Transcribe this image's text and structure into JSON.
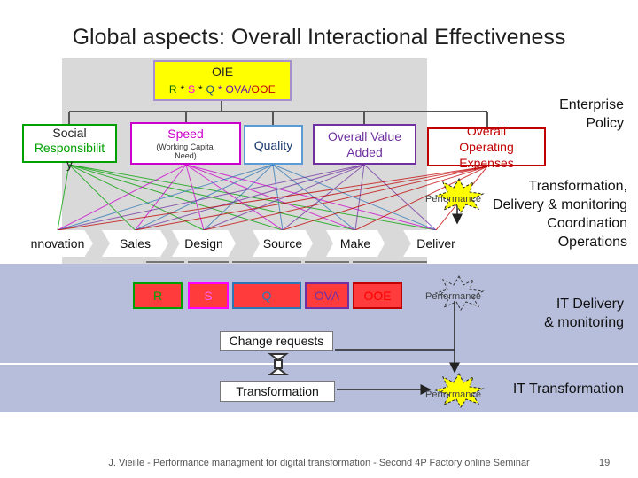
{
  "title": "Global aspects: Overall Interactional Effectiveness",
  "oie": {
    "label": "OIE",
    "formula": [
      {
        "text": "R",
        "color": "#006400"
      },
      {
        "text": " * ",
        "color": "#111111"
      },
      {
        "text": "S",
        "color": "#ff00ff"
      },
      {
        "text": " * ",
        "color": "#111111"
      },
      {
        "text": "Q",
        "color": "#1f4e79"
      },
      {
        "text": " * OVA/",
        "color": "#6a0dad"
      },
      {
        "text": "OOE",
        "color": "#c00000"
      }
    ]
  },
  "factors": {
    "social": {
      "line1": "Social",
      "line2": "Responsibilit",
      "line3": "y",
      "color": "#00a000"
    },
    "speed": {
      "label": "Speed",
      "sub1": "(Working Capital",
      "sub2": "Need)",
      "color": "#cc00cc"
    },
    "quality": {
      "label": "Quality",
      "color": "#5b9bd5"
    },
    "ova": {
      "line1": "Overall Value",
      "line2": "Added",
      "color": "#7030a0"
    },
    "ooe": {
      "line1": "Overall",
      "line2": "Operating",
      "line3": "Expenses",
      "color": "#c00000"
    }
  },
  "process_chain": [
    "nnovation",
    "Sales",
    "Design",
    "Source",
    "Make",
    "Deliver"
  ],
  "kpis": [
    {
      "label": "R",
      "color": "#00a000"
    },
    {
      "label": "S",
      "color": "#ff66ff"
    },
    {
      "label": "Q",
      "color": "#2e75b6"
    },
    {
      "label": "OVA",
      "color": "#7030a0"
    },
    {
      "label": "OOE",
      "color": "#ff0000"
    }
  ],
  "performance_label": "Performance",
  "right_labels": {
    "enterprise_policy": [
      "Enterprise",
      "Policy"
    ],
    "transformation": [
      "Transformation,",
      "Delivery & monitoring",
      "Coordination",
      "Operations"
    ],
    "it_delivery": [
      "IT Delivery",
      "& monitoring"
    ],
    "it_transformation": "IT Transformation"
  },
  "change_requests": "Change requests",
  "transformation_box": "Transformation",
  "footer": "J. Vieille - Performance managment for digital transformation - Second 4P Factory online Seminar",
  "page_number": "19",
  "colors": {
    "band_grey": "#d9d9d9",
    "band_blue": "#b6bedc",
    "burst": "#ffff00"
  }
}
